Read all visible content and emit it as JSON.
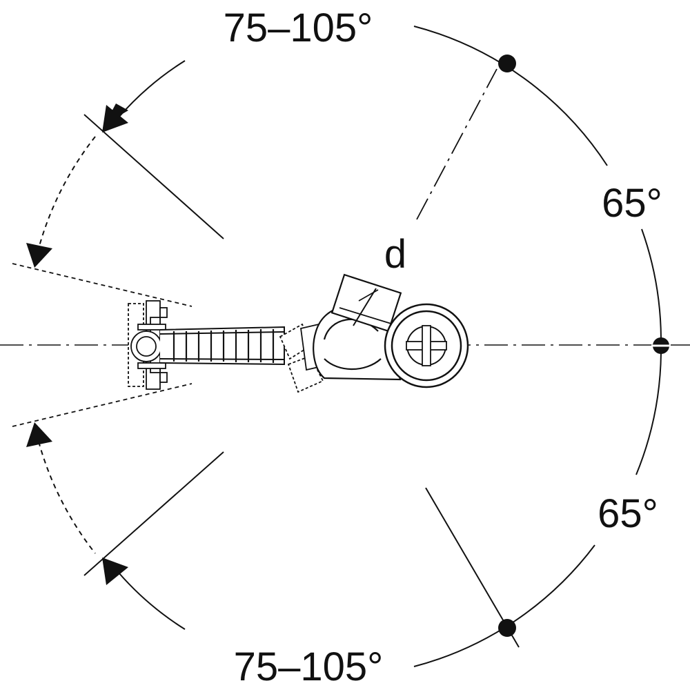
{
  "diagram": {
    "labels": {
      "top_angle": "75–105°",
      "bottom_angle": "75–105°",
      "upper_right_angle": "65°",
      "lower_right_angle": "65°",
      "diameter": "d"
    }
  },
  "colors": {
    "stroke": "#111111",
    "background": "#ffffff"
  }
}
